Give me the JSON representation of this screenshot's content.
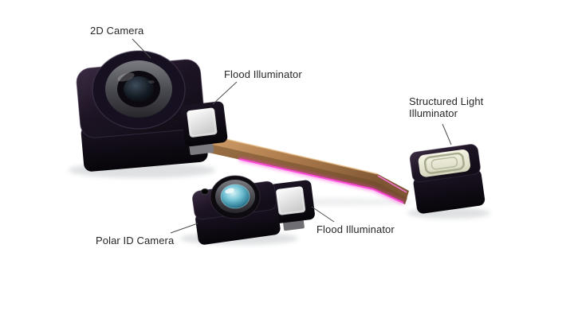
{
  "figure": {
    "type": "product-component-diagram",
    "background": "#ffffff",
    "callouts": [
      {
        "id": "camera-2d",
        "label": "2D Camera"
      },
      {
        "id": "flood-illuminator-top",
        "label": "Flood Illuminator"
      },
      {
        "id": "structured-light-illuminator",
        "label": "Structured Light Illuminator"
      },
      {
        "id": "polar-id-camera",
        "label": "Polar ID Camera"
      },
      {
        "id": "flood-illuminator-bottom",
        "label": "Flood Illuminator"
      }
    ],
    "colors": {
      "background": "#ffffff",
      "label_text": "#262626",
      "leader_line": "#4d4d4d",
      "module_body_black": "#140e18",
      "module_top_sheen_purple": "#3a2b42",
      "lens_ring_metal": "#55555c",
      "polar_lens_cyan": "#79c6d8",
      "illuminator_face_white": "#f4f4f4",
      "flex_cable_copper": "#b07e4e",
      "cable_glow_magenta": "#ff35d2",
      "structured_emitter_cream": "#efeedd"
    }
  }
}
